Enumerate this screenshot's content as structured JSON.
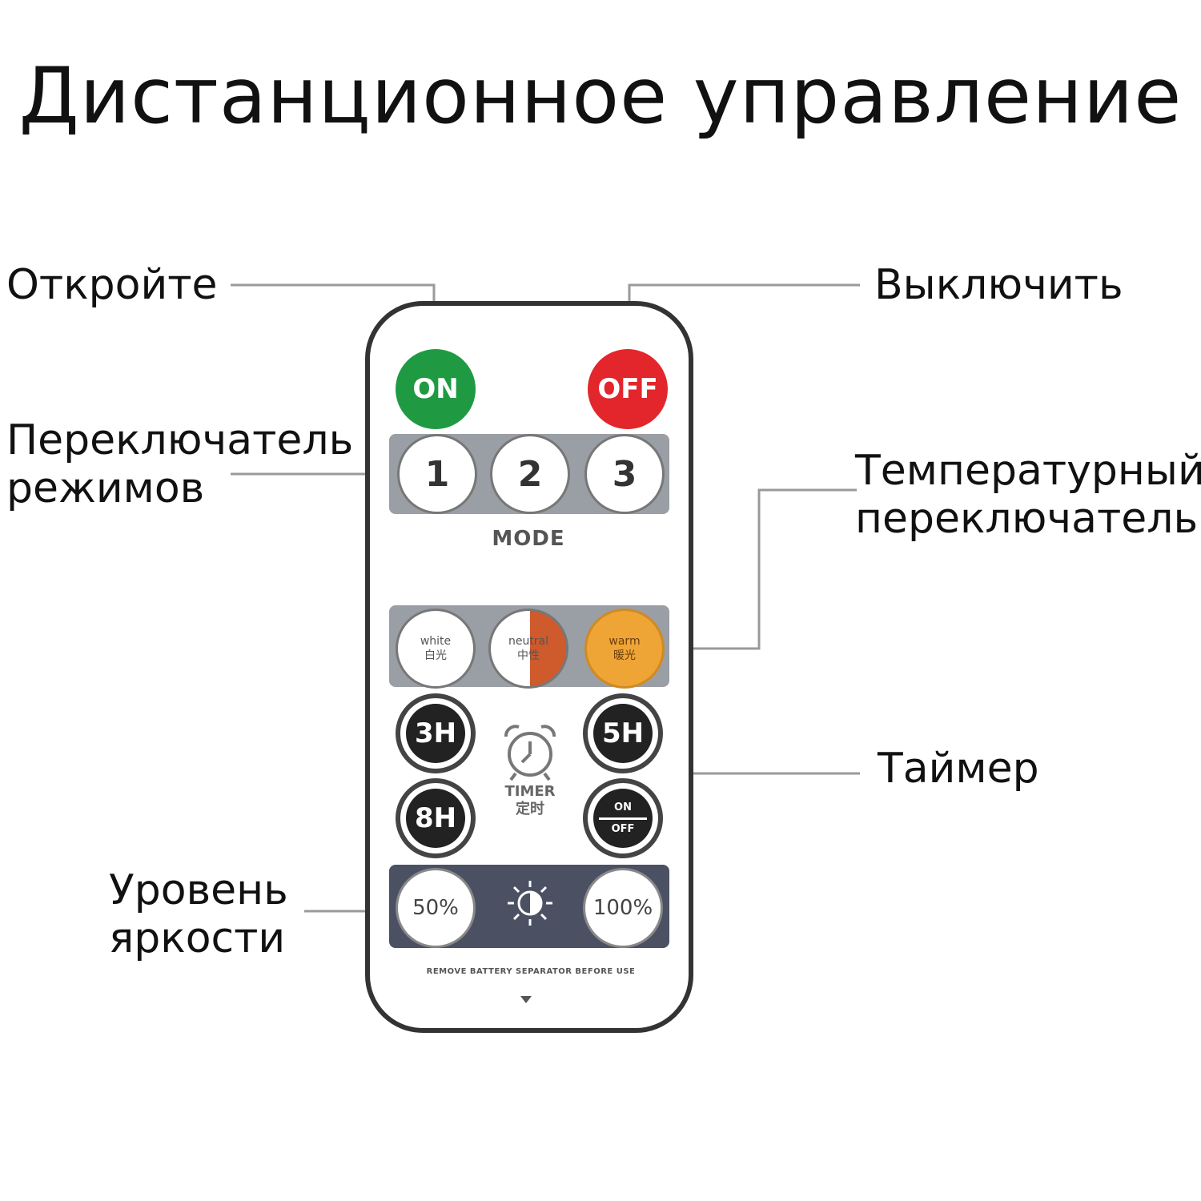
{
  "title": "Дистанционное управление",
  "labels": {
    "on": "Откройте",
    "off": "Выключить",
    "mode_line1": "Переключатель",
    "mode_line2": "режимов",
    "temp_line1": "Температурный",
    "temp_line2": "переключатель",
    "timer": "Таймер",
    "bright_line1": "Уровень",
    "bright_line2": "яркости"
  },
  "remote": {
    "on_label": "ON",
    "off_label": "OFF",
    "mode_buttons": [
      "1",
      "2",
      "3"
    ],
    "mode_label": "MODE",
    "temp_buttons": [
      {
        "top": "white",
        "bottom": "白光"
      },
      {
        "top": "neutral",
        "bottom": "中性"
      },
      {
        "top": "warm",
        "bottom": "暖光"
      }
    ],
    "timer_buttons": [
      "3H",
      "5H",
      "8H"
    ],
    "timer_toggle": {
      "top": "ON",
      "bottom": "OFF"
    },
    "timer_label": "TIMER",
    "timer_label_cn": "定时",
    "brightness_buttons": [
      "50%",
      "100%"
    ],
    "bottom_text": "REMOVE BATTERY SEPARATOR BEFORE USE"
  },
  "colors": {
    "on": "#1f9a43",
    "off": "#e2262b",
    "warm": "#eea536",
    "neutral_half": "#cf5a2c",
    "strip": "#9a9ea5",
    "brightness_strip": "#4b5163"
  }
}
